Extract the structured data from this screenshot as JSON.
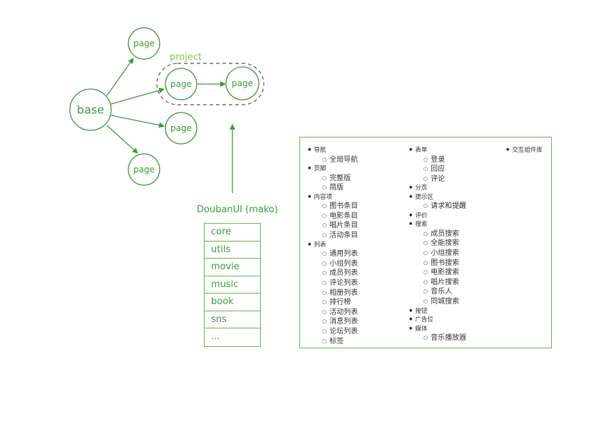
{
  "diagram": {
    "base": "base",
    "page": "page",
    "project": "project",
    "colors": {
      "stroke": "#3d9a3d",
      "accent": "#8cc43f",
      "dashed": "#555555"
    }
  },
  "stack": {
    "title": "DoubanUI (mako)",
    "items": [
      "core",
      "utils",
      "movie",
      "music",
      "book",
      "sns",
      "..."
    ]
  },
  "panel": {
    "col1": [
      {
        "label": "导航",
        "children": [
          "全局导航"
        ]
      },
      {
        "label": "页脚",
        "children": [
          "完整版",
          "简版"
        ]
      },
      {
        "label": "内容项",
        "children": [
          "图书条目",
          "电影条目",
          "唱片条目",
          "活动条目"
        ]
      },
      {
        "label": "列表",
        "children": [
          "通用列表",
          "小组列表",
          "成员列表",
          "评论列表",
          "相册列表",
          "排行榜",
          "活动列表",
          "消息列表",
          "论坛列表",
          "标签"
        ]
      }
    ],
    "col2": [
      {
        "label": "表单",
        "children": [
          "登录",
          "回应",
          "评论"
        ]
      },
      {
        "label": "分页",
        "children": []
      },
      {
        "label": "提示区",
        "children": [
          "请求和提醒"
        ]
      },
      {
        "label": "评价",
        "children": []
      },
      {
        "label": "搜索",
        "children": [
          "成员搜索",
          "全能搜索",
          "小组搜索",
          "图书搜索",
          "电影搜索",
          "唱片搜索",
          "音乐人",
          "同城搜索"
        ]
      },
      {
        "label": "按钮",
        "children": []
      },
      {
        "label": "广告位",
        "children": []
      },
      {
        "label": "媒体",
        "children": [
          "音乐播放器"
        ]
      }
    ],
    "col3": [
      {
        "label": "交互组件库",
        "children": []
      }
    ]
  }
}
